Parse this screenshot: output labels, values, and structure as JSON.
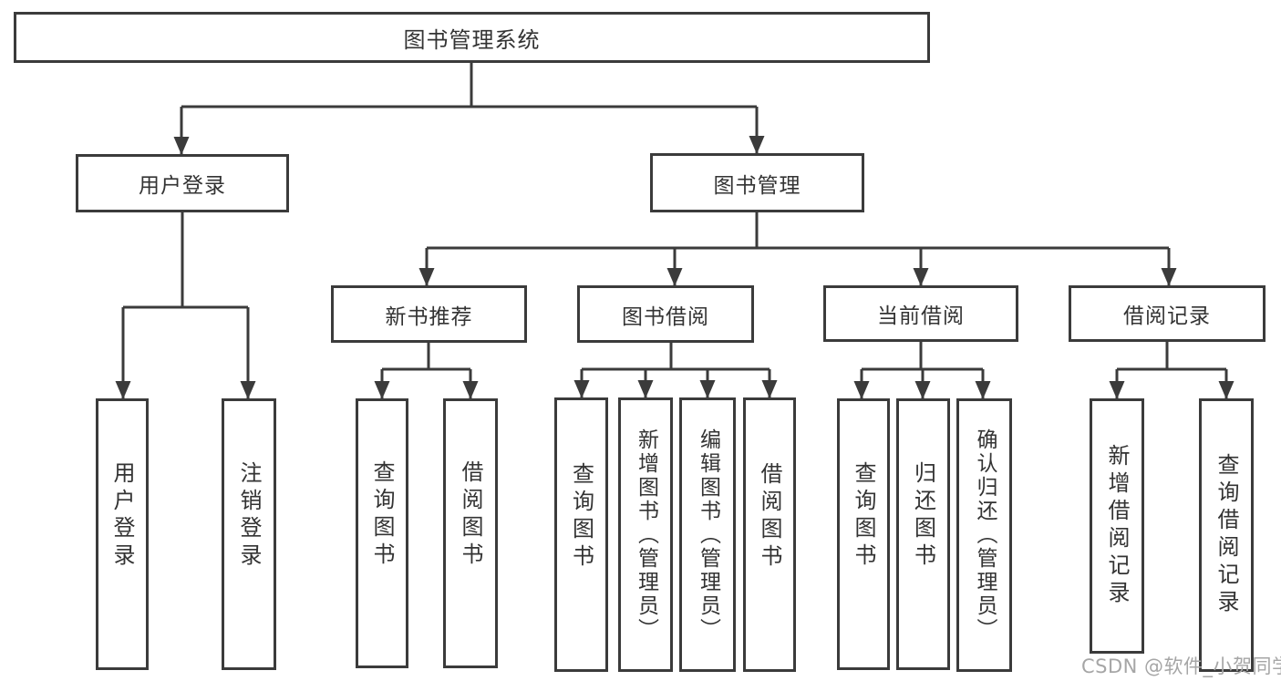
{
  "diagram_title": "图书管理系统",
  "colors": {
    "background": "#ffffff",
    "line": "#3b3b3b",
    "box_border": "#3b3b3b",
    "text": "#333333",
    "watermark": "#a6a6a6"
  },
  "tree": {
    "label": "图书管理系统",
    "children": [
      {
        "label": "用户登录",
        "children": [
          {
            "label": "用户登录"
          },
          {
            "label": "注销登录"
          }
        ]
      },
      {
        "label": "图书管理",
        "children": [
          {
            "label": "新书推荐",
            "children": [
              {
                "label": "查询图书"
              },
              {
                "label": "借阅图书"
              }
            ]
          },
          {
            "label": "图书借阅",
            "children": [
              {
                "label": "查询图书"
              },
              {
                "label": "新增图书（管理员）"
              },
              {
                "label": "编辑图书（管理员）"
              },
              {
                "label": "借阅图书"
              }
            ]
          },
          {
            "label": "当前借阅",
            "children": [
              {
                "label": "查询图书"
              },
              {
                "label": "归还图书"
              },
              {
                "label": "确认归还（管理员）"
              }
            ]
          },
          {
            "label": "借阅记录",
            "children": [
              {
                "label": "新增借阅记录"
              },
              {
                "label": "查询借阅记录"
              }
            ]
          }
        ]
      }
    ]
  },
  "watermark": "CSDN @软件_小贺同学"
}
